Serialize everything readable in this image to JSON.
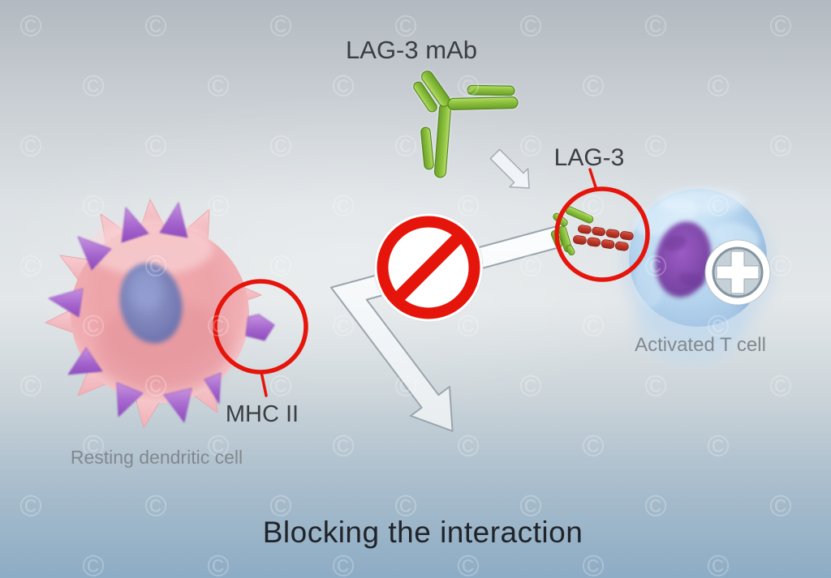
{
  "labels": {
    "antibody_name": "LAG-3 mAb",
    "receptor_name": "LAG-3",
    "mhc_name": "MHC II",
    "t_cell": "Activated T cell",
    "dendritic_cell": "Resting dendritic cell",
    "caption": "Blocking the interaction"
  },
  "watermark": {
    "symbol": "©"
  },
  "icons": {
    "no_entry": "no-entry-blocked-sign",
    "plus": "activation-plus-sign"
  },
  "colors": {
    "highlight_red": "#e5150b",
    "antibody_green": "#93c741",
    "lag3_rod_red": "#c13a2b",
    "dendritic_cell_pink": "#eda4a9",
    "mhc_purple": "#a566cd",
    "t_cell_blue": "#bedcf2",
    "t_cell_nucleus_purple": "#8345ad",
    "label_dark": "#3b3e43",
    "label_gray": "#82888f",
    "title_dark": "#20242a",
    "background_top": "#b2b9c0",
    "background_bottom": "#8dacc5"
  }
}
